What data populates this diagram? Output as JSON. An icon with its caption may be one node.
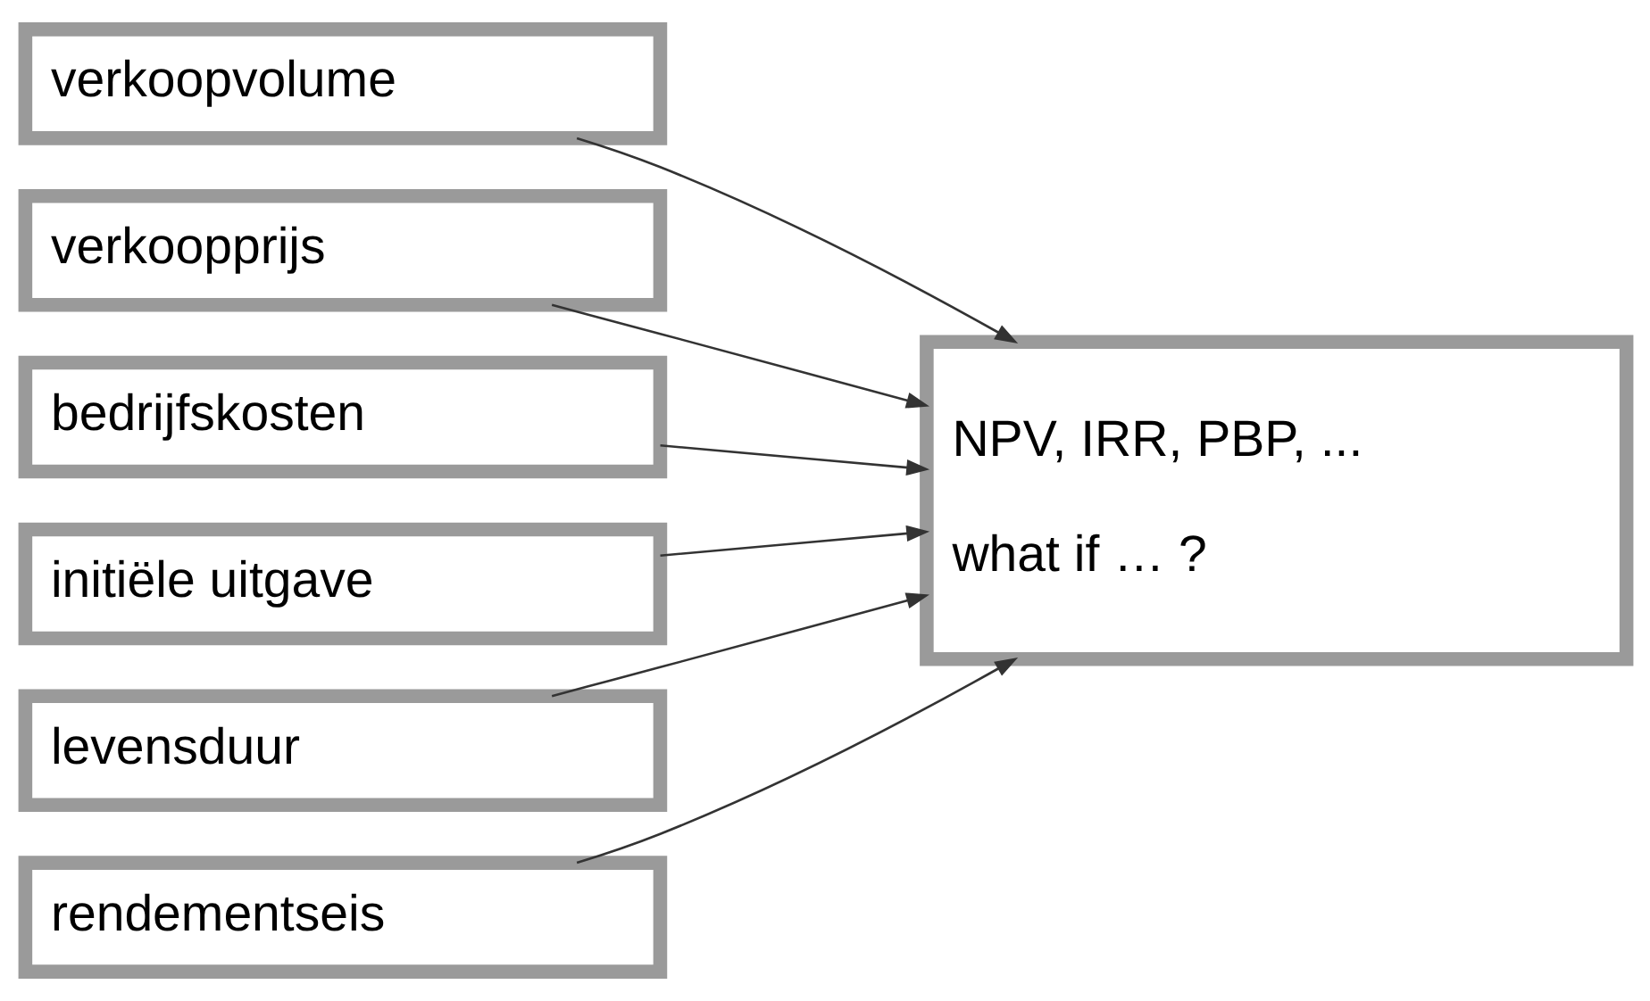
{
  "diagram": {
    "nodes": [
      {
        "text": [
          "verkoopvolume"
        ]
      },
      {
        "text": [
          "verkoopprijs"
        ]
      },
      {
        "text": [
          "bedrijfskosten"
        ]
      },
      {
        "text": [
          "initiële uitgave"
        ]
      },
      {
        "text": [
          "levensduur"
        ]
      },
      {
        "text": [
          "rendementseis"
        ]
      },
      {
        "text": [
          "NPV, IRR, PBP, ...",
          "what if … ?"
        ]
      }
    ],
    "edges": [
      {
        "from": 0,
        "to": 6,
        "arrow": "to"
      },
      {
        "from": 1,
        "to": 6,
        "arrow": "to"
      },
      {
        "from": 2,
        "to": 6,
        "arrow": "to"
      },
      {
        "from": 3,
        "to": 6,
        "arrow": "to"
      },
      {
        "from": 4,
        "to": 6,
        "arrow": "to"
      },
      {
        "from": 5,
        "to": 6,
        "arrow": "to"
      }
    ]
  }
}
